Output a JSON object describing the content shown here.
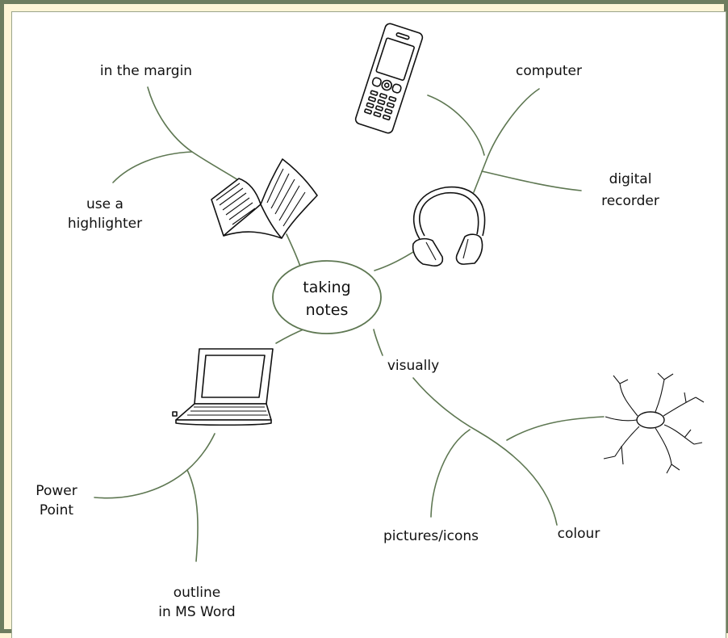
{
  "center": {
    "line1": "taking",
    "line2": "notes"
  },
  "labels": {
    "in_the_margin": "in the margin",
    "use_a": "use a",
    "highlighter": "highlighter",
    "computer": "computer",
    "digital": "digital",
    "recorder": "recorder",
    "visually": "visually",
    "power": "Power",
    "point": "Point",
    "outline": "outline",
    "in_ms_word": "in MS Word",
    "pictures_icons": "pictures/icons",
    "colour": "colour"
  },
  "icons": [
    "book-icon",
    "mobile-phone-icon",
    "headphones-icon",
    "laptop-icon",
    "mind-map-icon"
  ],
  "colors": {
    "frame": "#6e7d5f",
    "background": "#fef5d6",
    "branch": "#5e7752",
    "panel": "#ffffff"
  }
}
